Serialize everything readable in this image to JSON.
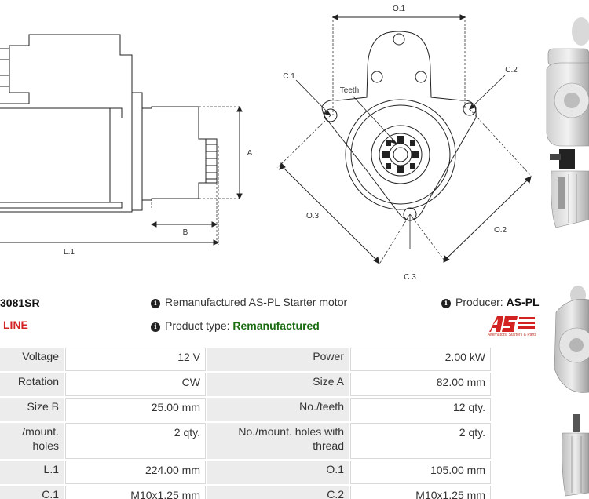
{
  "diagram": {
    "labels": {
      "O1": "O.1",
      "C1": "C.1",
      "C2": "C.2",
      "teeth": "Teeth",
      "A": "A",
      "B": "B",
      "L1": "L.1",
      "O3": "O.3",
      "O2": "O.2",
      "C3": "C.3"
    }
  },
  "header": {
    "part_number": "3081SR",
    "line_label": "LINE",
    "description": "Remanufactured AS-PL Starter motor",
    "producer_label": "Producer:",
    "producer_value": "AS-PL",
    "product_type_label": "Product type:",
    "product_type_value": "Remanufactured",
    "logo_text": "AS",
    "logo_tagline": "Alternators, Starters & Parts"
  },
  "specs": [
    {
      "k1": "Voltage",
      "v1": "12 V",
      "k2": "Power",
      "v2": "2.00 kW"
    },
    {
      "k1": "Rotation",
      "v1": "CW",
      "k2": "Size A",
      "v2": "82.00 mm"
    },
    {
      "k1": "Size B",
      "v1": "25.00 mm",
      "k2": "No./teeth",
      "v2": "12 qty."
    },
    {
      "k1": "/mount. holes",
      "v1": "2 qty.",
      "k2": "No./mount. holes with thread",
      "v2": "2 qty."
    },
    {
      "k1": "L.1",
      "v1": "224.00 mm",
      "k2": "O.1",
      "v2": "105.00 mm"
    },
    {
      "k1": "C.1",
      "v1": "M10x1.25 mm",
      "k2": "C.2",
      "v2": "M10x1.25 mm"
    }
  ],
  "icons": [
    "info-icon",
    "photo-starter-motor",
    "as-pl-logo"
  ],
  "colors": {
    "accent_red": "#d32222",
    "product_type_green": "#1a6b12",
    "label_cell_bg": "#ececec"
  }
}
